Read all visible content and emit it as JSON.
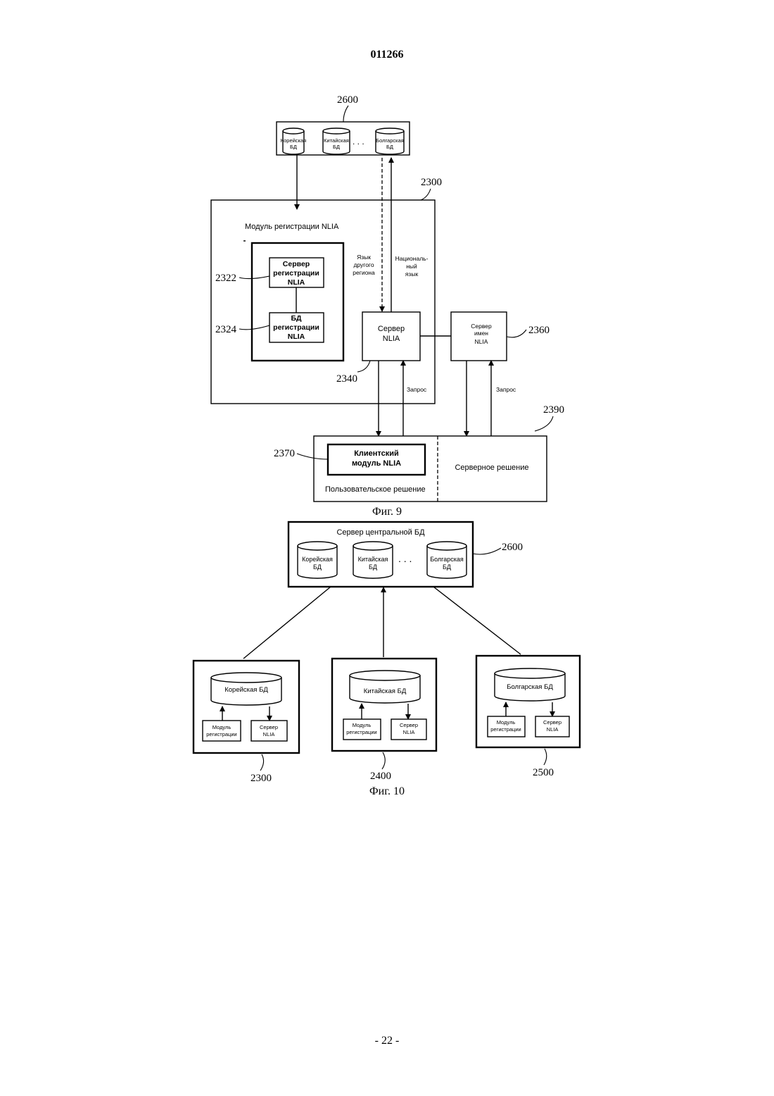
{
  "header": {
    "doc_number": "011266"
  },
  "fig9": {
    "caption": "Фиг. 9",
    "ref_2600": "2600",
    "db_korean": [
      "Корейская",
      "БД"
    ],
    "db_chinese": [
      "Китайская",
      "БД"
    ],
    "db_bulgarian": [
      "Болгарская",
      "БД"
    ],
    "ellipsis": ". . .",
    "ref_2300": "2300",
    "module_title": "Модуль регистрации NLIA",
    "reg_server": [
      "Сервер",
      "регистрации",
      "NLIA"
    ],
    "ref_2322": "2322",
    "reg_db": [
      "БД",
      "регистрации",
      "NLIA"
    ],
    "ref_2324": "2324",
    "other_lang": [
      "Язык",
      "другого",
      "региона"
    ],
    "national_lang": [
      "Нацио­наль-",
      "ный",
      "язык"
    ],
    "nlia_server": [
      "Сервер",
      "NLIA"
    ],
    "ref_2340": "2340",
    "name_server": [
      "Сервер",
      "имен",
      "NLIA"
    ],
    "ref_2360": "2360",
    "request_1": "Запрос",
    "request_2": "Запрос",
    "ref_2390": "2390",
    "client_module": [
      "Клиентский",
      "модуль NLIA"
    ],
    "ref_2370": "2370",
    "user_solution": "Пользовательское решение",
    "server_solution": "Серверное решение"
  },
  "fig10": {
    "caption": "Фиг. 10",
    "central_title": "Сервер центральной БД",
    "db_korean": [
      "Корейская",
      "БД"
    ],
    "db_chinese": [
      "Китайская",
      "БД"
    ],
    "db_bulgarian": [
      "Болгарская",
      "БД"
    ],
    "ellipsis": ". . .",
    "ref_2600": "2600",
    "node_korean": "Корейская БД",
    "node_chinese": "Китайская БД",
    "node_bulgarian": "Болгарская БД",
    "reg_module": [
      "Модуль",
      "регистрации"
    ],
    "nlia_server": [
      "Сервер",
      "NLIA"
    ],
    "ref_2300": "2300",
    "ref_2400": "2400",
    "ref_2500": "2500"
  },
  "footer": {
    "page_number": "- 22 -"
  }
}
